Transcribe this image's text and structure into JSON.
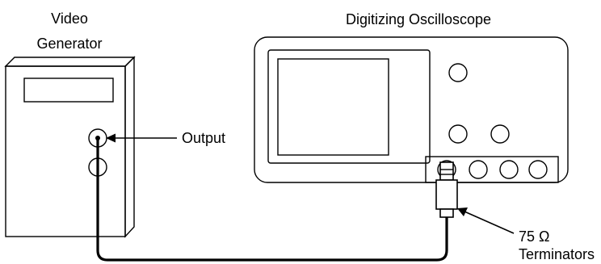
{
  "labels": {
    "video_generator_line1": "Video",
    "video_generator_line2": "Generator",
    "oscilloscope": "Digitizing Oscilloscope",
    "output": "Output",
    "terminators_line1": "75 Ω",
    "terminators_line2": "Terminators"
  },
  "colors": {
    "line": "#000000",
    "background": "#ffffff"
  }
}
